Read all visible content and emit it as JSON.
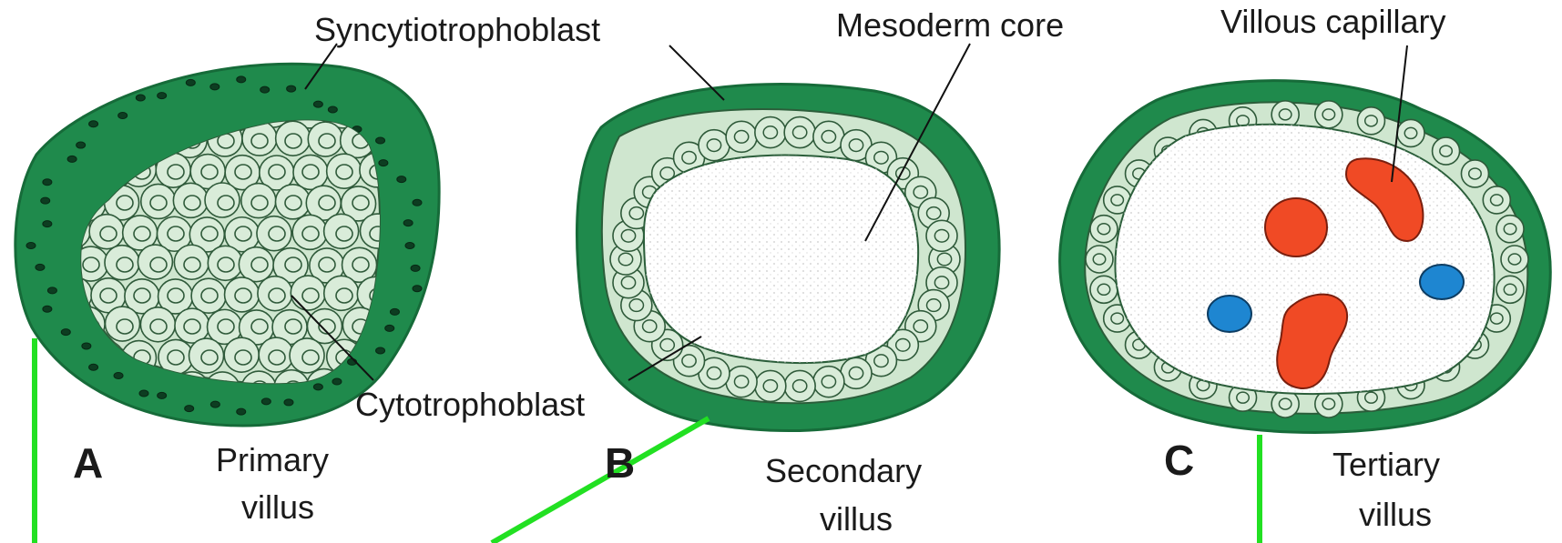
{
  "labels": {
    "syncytiotrophoblast": "Syncytiotrophoblast",
    "mesoderm_core": "Mesoderm core",
    "villous_capillary": "Villous capillary",
    "cytotrophoblast": "Cytotrophoblast"
  },
  "panels": [
    {
      "letter": "A",
      "name_line1": "Primary",
      "name_line2": "villus"
    },
    {
      "letter": "B",
      "name_line1": "Secondary",
      "name_line2": "villus"
    },
    {
      "letter": "C",
      "name_line1": "Tertiary",
      "name_line2": "villus"
    }
  ],
  "colors": {
    "syncytium": "#1f8a4c",
    "syncytium_dark": "#166b39",
    "cytotrophoblast_cell": "#cfe6cf",
    "capillary_red": "#f04a25",
    "capillary_blue": "#1e86d1",
    "annotation_line": "#22e022"
  }
}
